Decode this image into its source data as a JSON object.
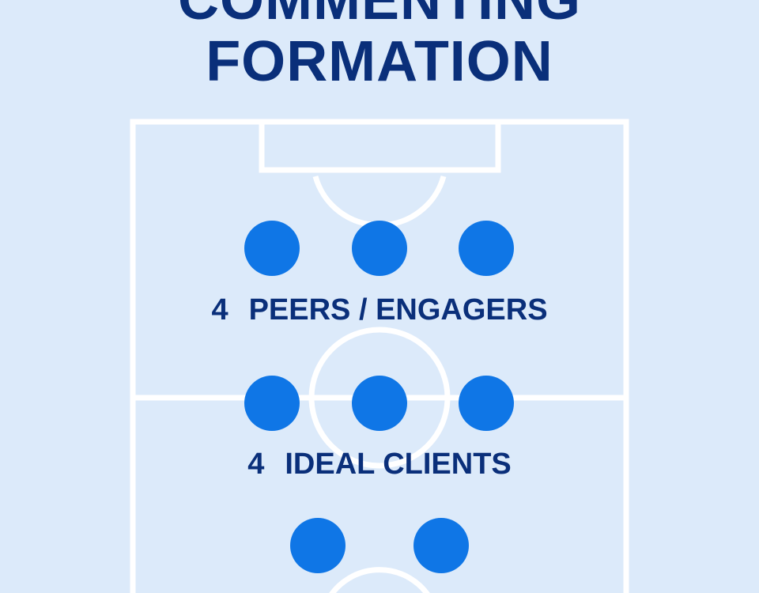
{
  "title": {
    "line1": "COMMENTING",
    "line2": "FORMATION"
  },
  "colors": {
    "background": "#dceafa",
    "pitch_lines": "#ffffff",
    "player_dot": "#0f76e6",
    "text": "#0a2f7a"
  },
  "groups": [
    {
      "count": "4",
      "label": "PEERS / ENGAGERS",
      "visible_dots": 3
    },
    {
      "count": "4",
      "label": "IDEAL CLIENTS",
      "visible_dots": 3
    },
    {
      "count": "",
      "label": "",
      "visible_dots": 2
    }
  ]
}
